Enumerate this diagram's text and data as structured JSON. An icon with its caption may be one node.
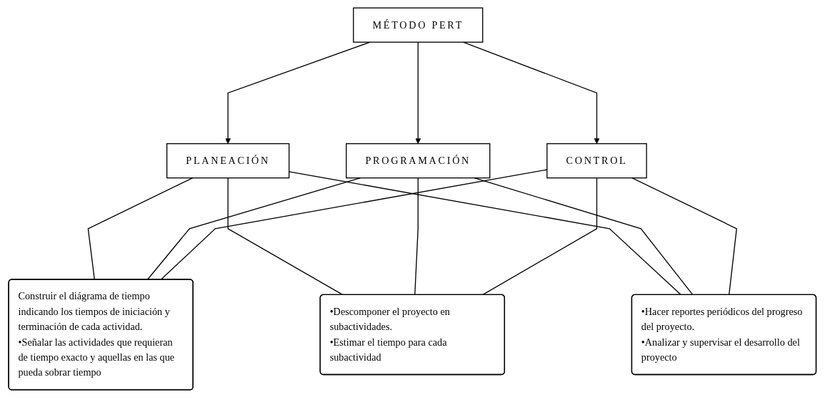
{
  "diagram": {
    "nodes": [
      {
        "text": [
          "MÉTODO PERT"
        ]
      },
      {
        "text": [
          "PLANEACIÓN"
        ]
      },
      {
        "text": [
          "PROGRAMACIÓN"
        ]
      },
      {
        "text": [
          "CONTROL"
        ]
      },
      {
        "text": [
          "Construir el diágrama de tiempo indicando los tiempos de iniciación y terminación de cada actividad.",
          "•Señalar las actividades que requieran de tiempo exacto y aquellas en las que pueda sobrar tiempo"
        ]
      },
      {
        "text": [
          "•Descomponer el proyecto en subactividades.",
          "•Estimar el tiempo para cada subactividad"
        ]
      },
      {
        "text": [
          "•Hacer reportes periódicos del progreso del proyecto.",
          "•Analizar y supervisar el desarrollo del proyecto"
        ]
      }
    ],
    "edges": [
      {
        "from": 0,
        "to": 1,
        "arrow": "to"
      },
      {
        "from": 0,
        "to": 2,
        "arrow": "to"
      },
      {
        "from": 0,
        "to": 3,
        "arrow": "to"
      },
      {
        "from": 1,
        "to": 4,
        "arrow": "none"
      },
      {
        "from": 1,
        "to": 5,
        "arrow": "none"
      },
      {
        "from": 1,
        "to": 6,
        "arrow": "none"
      },
      {
        "from": 2,
        "to": 4,
        "arrow": "none"
      },
      {
        "from": 2,
        "to": 5,
        "arrow": "none"
      },
      {
        "from": 2,
        "to": 6,
        "arrow": "none"
      },
      {
        "from": 3,
        "to": 4,
        "arrow": "none"
      },
      {
        "from": 3,
        "to": 5,
        "arrow": "none"
      },
      {
        "from": 3,
        "to": 6,
        "arrow": "none"
      }
    ]
  }
}
